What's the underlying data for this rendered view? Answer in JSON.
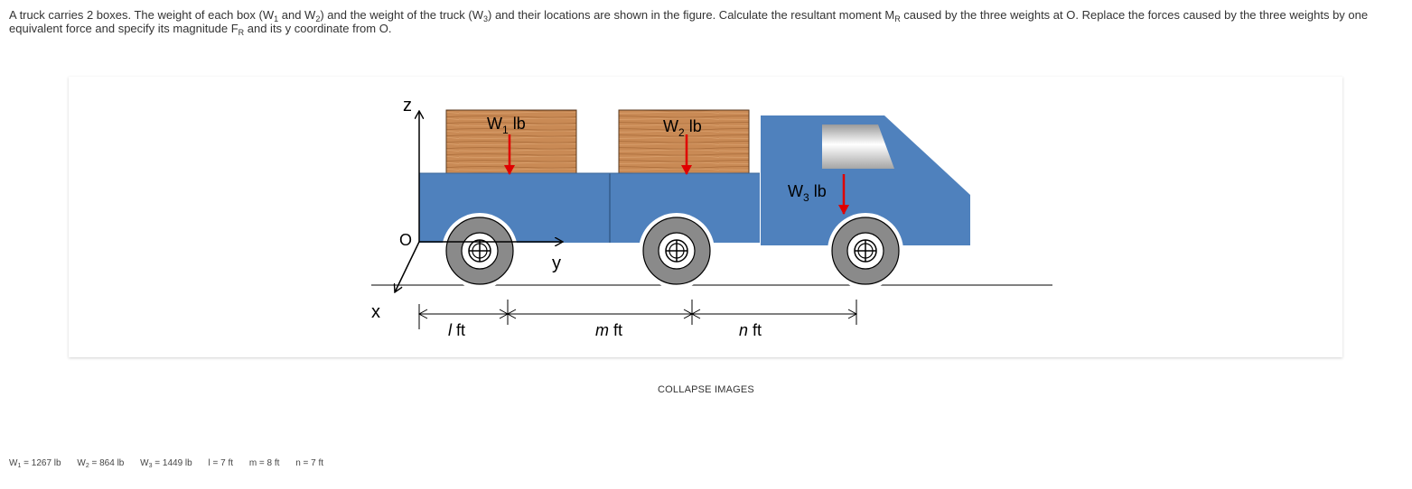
{
  "problem": {
    "p1": "A truck carries 2 boxes. The weight of each box (W",
    "s1": "1",
    "p2": " and W",
    "s2": "2",
    "p3": ") and the weight of the truck (W",
    "s3": "3",
    "p4": ") and their locations are shown in the figure. Calculate the resultant moment M",
    "s4": "R",
    "p5": " caused by the three weights at O. Replace the forces caused by the three weights by one equivalent force and specify its magnitude F",
    "s5": "R",
    "p6": " and its y coordinate from O."
  },
  "figure": {
    "axis_z": "z",
    "axis_y": "y",
    "axis_x": "x",
    "origin": "O",
    "w1_main": "W",
    "w1_sub": "1",
    "w1_unit": " lb",
    "w2_main": "W",
    "w2_sub": "2",
    "w2_unit": " lb",
    "w3_main": "W",
    "w3_sub": "3",
    "w3_unit": " lb",
    "dim_l_var": "l",
    "dim_l_unit": " ft",
    "dim_m_var": "m",
    "dim_m_unit": " ft",
    "dim_n_var": "n",
    "dim_n_unit": " ft",
    "colors": {
      "truck": "#4f81bd",
      "box_wood": "#c0814d",
      "force_arrow": "#e00000",
      "tire": "#8a8a8a"
    }
  },
  "collapse_label": "COLLAPSE IMAGES",
  "values": {
    "w1_label": "W",
    "w1_sub": "1",
    "w1_val": " = 1267 lb",
    "w2_label": "W",
    "w2_sub": "2",
    "w2_val": " = 864 lb",
    "w3_label": "W",
    "w3_sub": "3",
    "w3_val": " = 1449 lb",
    "l": "l = 7 ft",
    "m": "m = 8 ft",
    "n": "n = 7 ft"
  }
}
